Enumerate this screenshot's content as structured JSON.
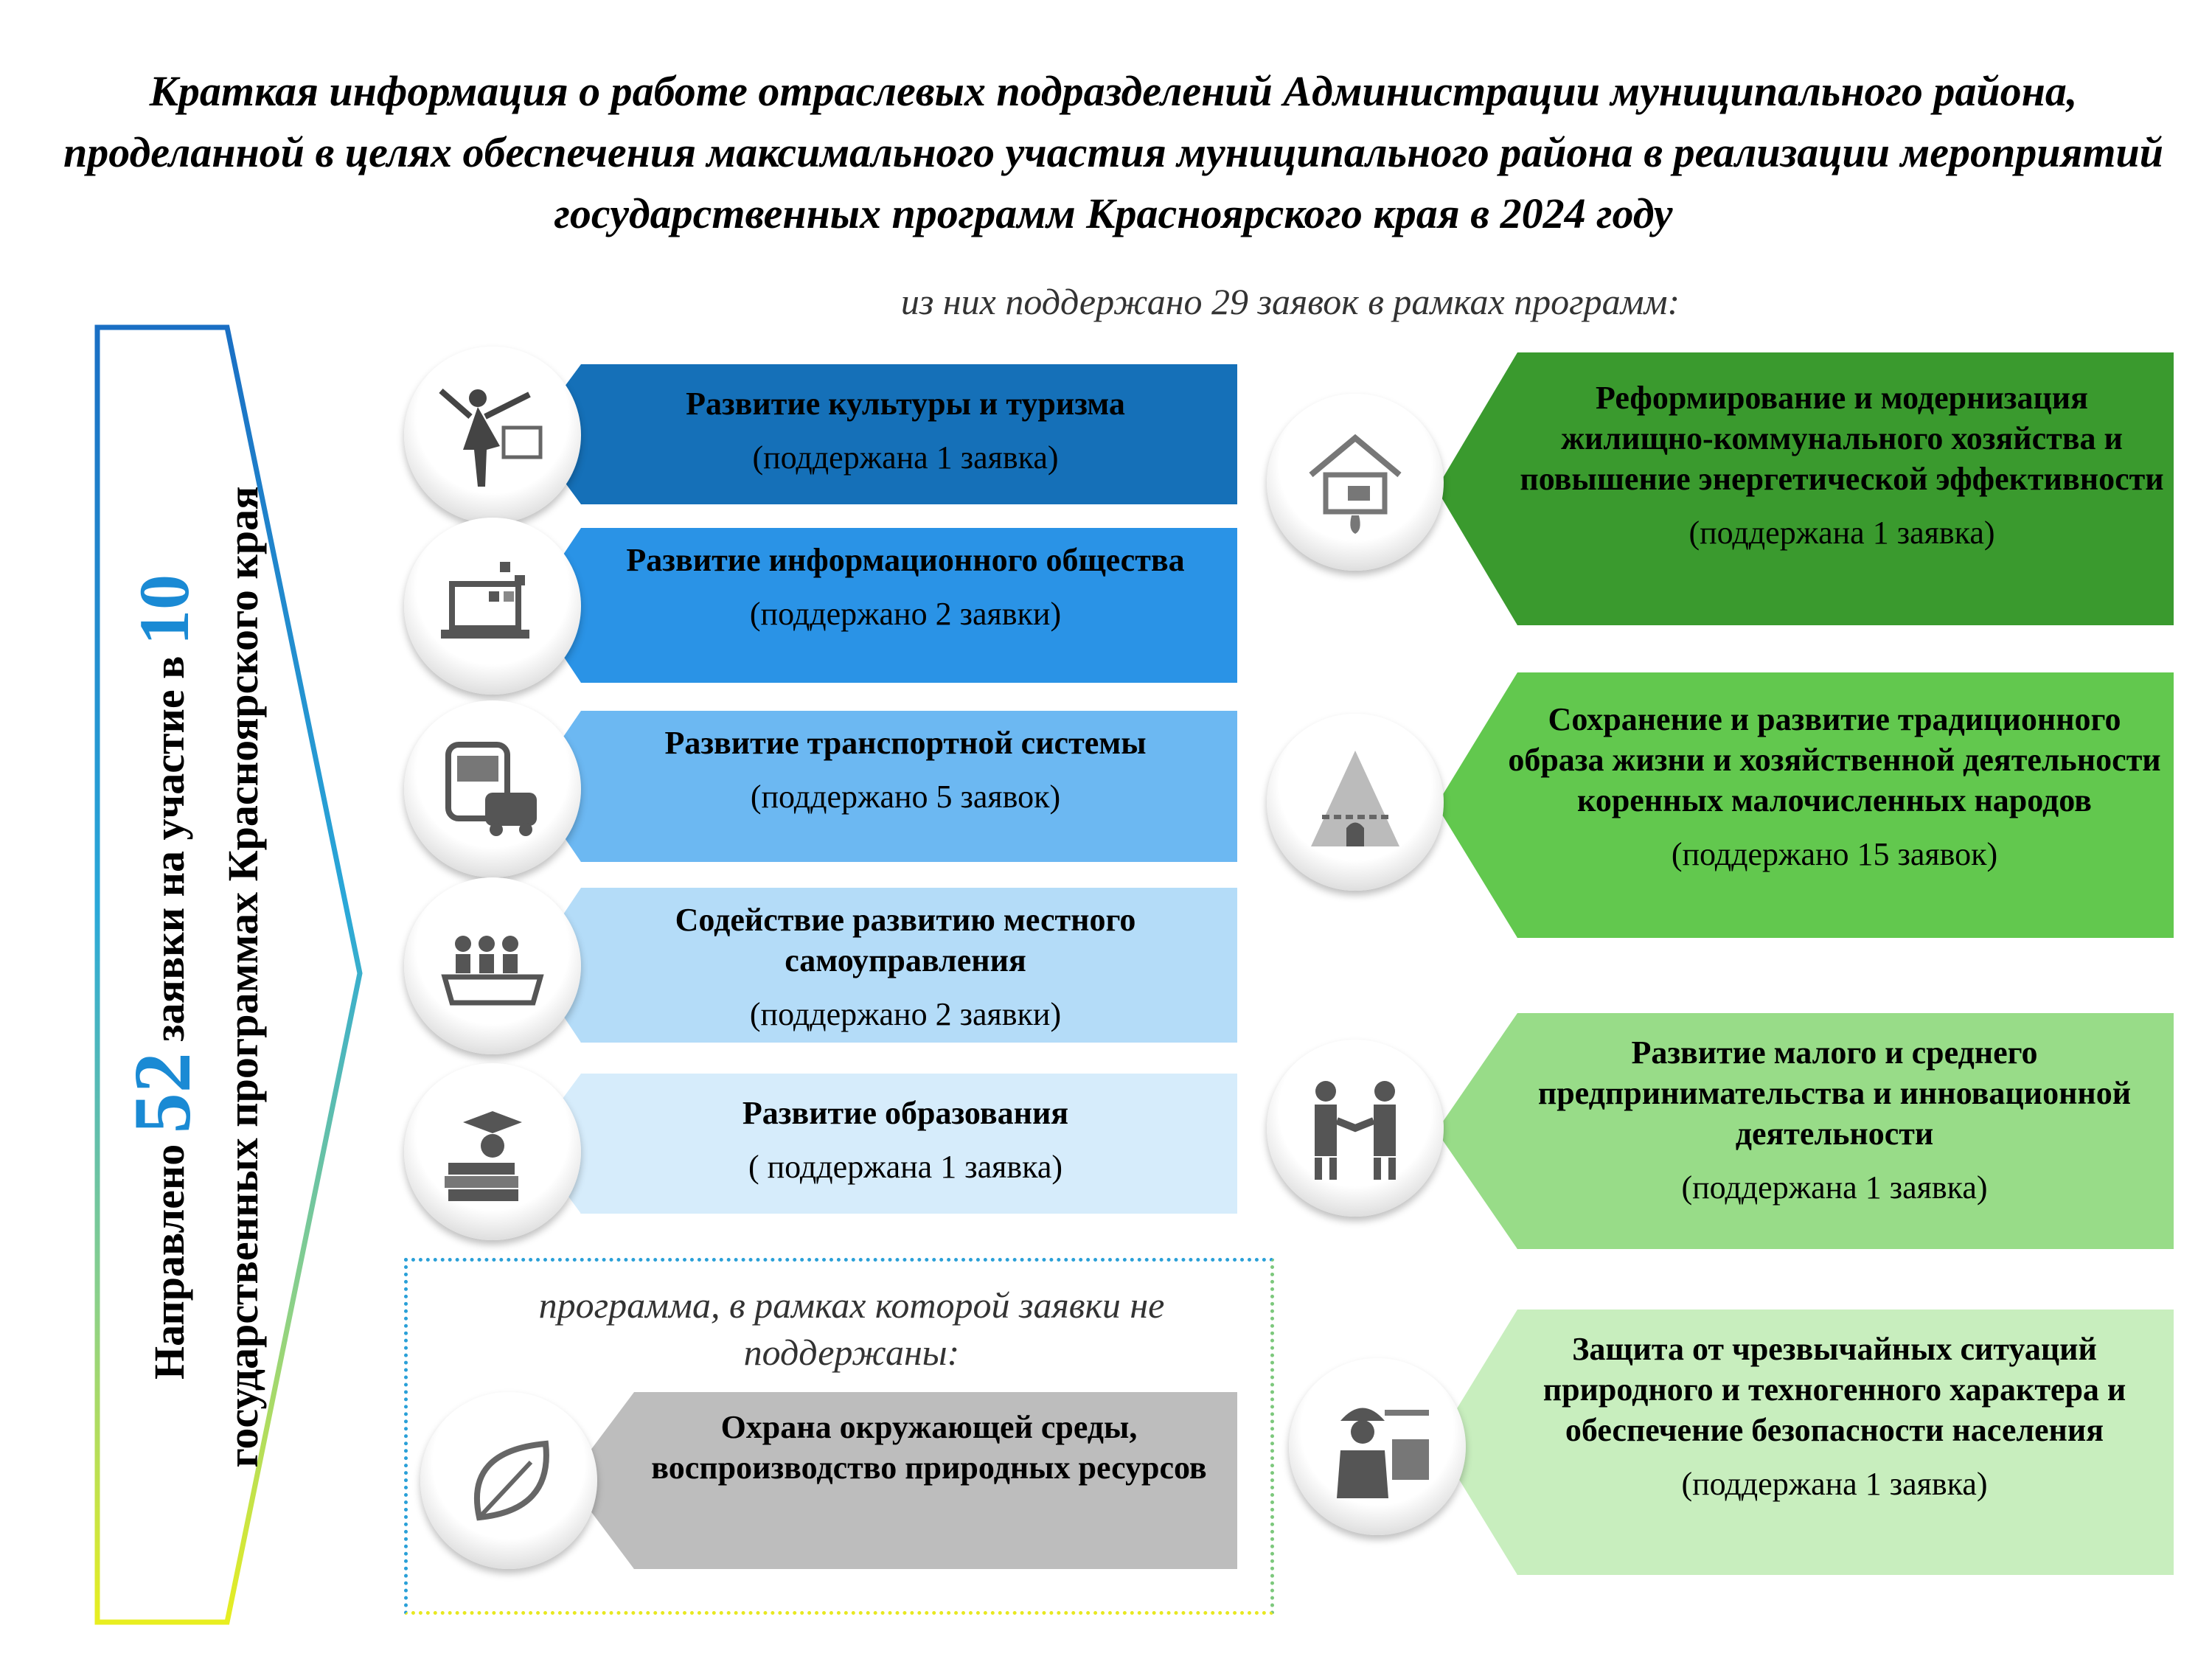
{
  "title": "Краткая информация о работе отраслевых подразделений Администрации муниципального района, проделанной в целях обеспечения максимального участия муниципального района в реализации мероприятий государственных программ Красноярского края в 2024 году",
  "subtitle": "из них поддержано 29 заявок в рамках программ:",
  "banner": {
    "prefix": "Направлено",
    "count_submitted": "52",
    "middle": "заявки на участие в",
    "count_programs": "10",
    "suffix": "государственных программах Красноярского края"
  },
  "left_programs": [
    {
      "name": "Развитие культуры и туризма",
      "status": "(поддержана 1 заявка)",
      "icon": "culture-dancer-icon",
      "color": "#1570b8"
    },
    {
      "name": "Развитие информационного общества",
      "status": "(поддержано 2 заявки)",
      "icon": "laptop-icon",
      "color": "#2a93e6"
    },
    {
      "name": "Развитие транспортной системы",
      "status": "(поддержано 5 заявок)",
      "icon": "bus-car-icon",
      "color": "#6cb8f2"
    },
    {
      "name": "Содействие развитию местного самоуправления",
      "status": "(поддержано 2 заявки)",
      "icon": "meeting-icon",
      "color": "#b4dcf8"
    },
    {
      "name": "Развитие образования",
      "status": "( поддержана 1 заявка)",
      "icon": "education-icon",
      "color": "#d6ecfb"
    }
  ],
  "right_programs": [
    {
      "name": "Реформирование и модернизация жилищно-коммунального хозяйства и повышение энергетической эффективности",
      "status": "(поддержана 1 заявка)",
      "icon": "house-tap-icon",
      "color": "#3a9a2e"
    },
    {
      "name": "Сохранение и развитие традиционного образа жизни и хозяйственной деятельности коренных малочисленных народов",
      "status": "(поддержано 15 заявок)",
      "icon": "tent-icon",
      "color": "#62c84e"
    },
    {
      "name": "Развитие малого и среднего предпринимательства и инновационной деятельности",
      "status": "(поддержана 1 заявка)",
      "icon": "handshake-icon",
      "color": "#98dc88"
    },
    {
      "name": "Защита от чрезвычайных ситуаций природного и техногенного характера и обеспечение безопасности населения",
      "status": "(поддержана 1 заявка)",
      "icon": "firefighter-icon",
      "color": "#c8eebe"
    }
  ],
  "unsupported": {
    "label": "программа, в рамках которой заявки не поддержаны:",
    "program": {
      "name": "Охрана окружающей среды, воспроизводство природных ресурсов",
      "icon": "leaf-icon",
      "color": "#bdbdbd"
    }
  }
}
